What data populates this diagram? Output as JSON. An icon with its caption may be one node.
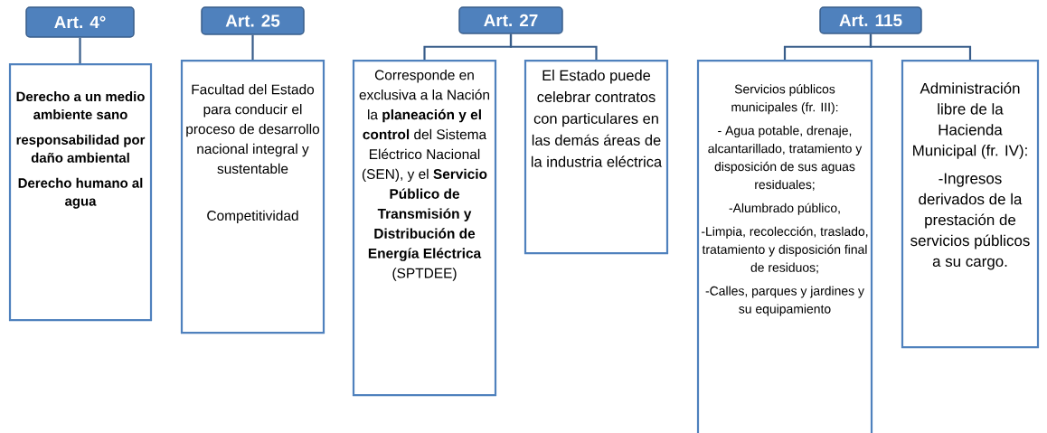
{
  "diagram": {
    "nodes": [
      {
        "text": [
          "Art. 4°"
        ]
      },
      {
        "text": [
          "Art. 25"
        ]
      },
      {
        "text": [
          "Art. 27"
        ]
      },
      {
        "text": [
          "Art. 115"
        ]
      },
      {
        "text": [
          "Derecho a un medio ambiente sano",
          "responsabilidad por daño ambiental",
          "Derecho humano al agua"
        ]
      },
      {
        "text": [
          "Facultad del Estado para conducir el proceso de desarrollo nacional integral y sustentable",
          "Competitividad"
        ]
      },
      {
        "text": [
          "Corresponde en exclusiva a la Nación la **planeación y el control** del Sistema Eléctrico Nacional (SEN), y el **Servicio Público de Transmisión y Distribución de Energía Eléctrica** (SPTDEE)"
        ]
      },
      {
        "text": [
          "El Estado puede celebrar contratos con particulares en las demás áreas de la industria eléctrica"
        ]
      },
      {
        "text": [
          "Servicios públicos municipales (fr. III):",
          "- Agua potable, drenaje, alcantarillado, tratamiento y disposición de sus aguas residuales;",
          "-Alumbrado público,",
          "-Limpia, recolección, traslado, tratamiento y disposición final de residuos;",
          "-Calles, parques y jardines y su equipamiento"
        ]
      },
      {
        "text": [
          "Administración libre de la Hacienda Municipal (fr. IV):",
          "-Ingresos derivados de la prestación de servicios públicos a su cargo."
        ]
      }
    ],
    "edges": [
      {
        "from": 0,
        "to": 4,
        "arrow": "none"
      },
      {
        "from": 1,
        "to": 5,
        "arrow": "none"
      },
      {
        "from": 2,
        "to": 6,
        "arrow": "none"
      },
      {
        "from": 2,
        "to": 7,
        "arrow": "none"
      },
      {
        "from": 3,
        "to": 8,
        "arrow": "none"
      },
      {
        "from": 3,
        "to": 9,
        "arrow": "none"
      }
    ]
  }
}
